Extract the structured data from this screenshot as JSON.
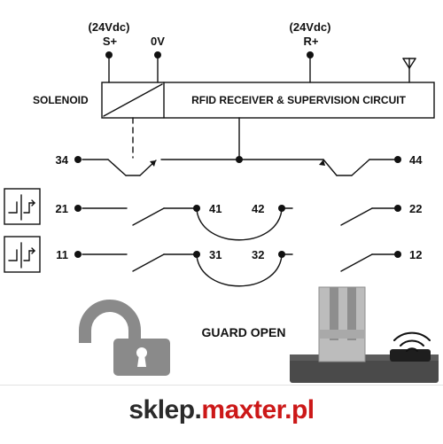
{
  "terminals": {
    "s_plus_voltage": "(24Vdc)",
    "s_plus": "S+",
    "zero_v": "0V",
    "r_plus_voltage": "(24Vdc)",
    "r_plus": "R+"
  },
  "blocks": {
    "solenoid": "SOLENOID",
    "circuit": "RFID RECEIVER & SUPERVISION CIRCUIT"
  },
  "contacts": {
    "c34": "34",
    "c44": "44",
    "c21": "21",
    "c41": "41",
    "c42": "42",
    "c22": "22",
    "c11": "11",
    "c31": "31",
    "c32": "32",
    "c12": "12"
  },
  "status": {
    "guard": "GUARD OPEN"
  },
  "footer": {
    "domain_part": "sklep.",
    "brand_part": "maxter.pl"
  },
  "colors": {
    "line": "#111111",
    "lock_gray": "#8a8a8a",
    "accent": "#cc1818"
  },
  "icons": [
    "antenna-icon",
    "push-button-icon",
    "unlocked-padlock-icon",
    "wireless-signal-icon"
  ]
}
